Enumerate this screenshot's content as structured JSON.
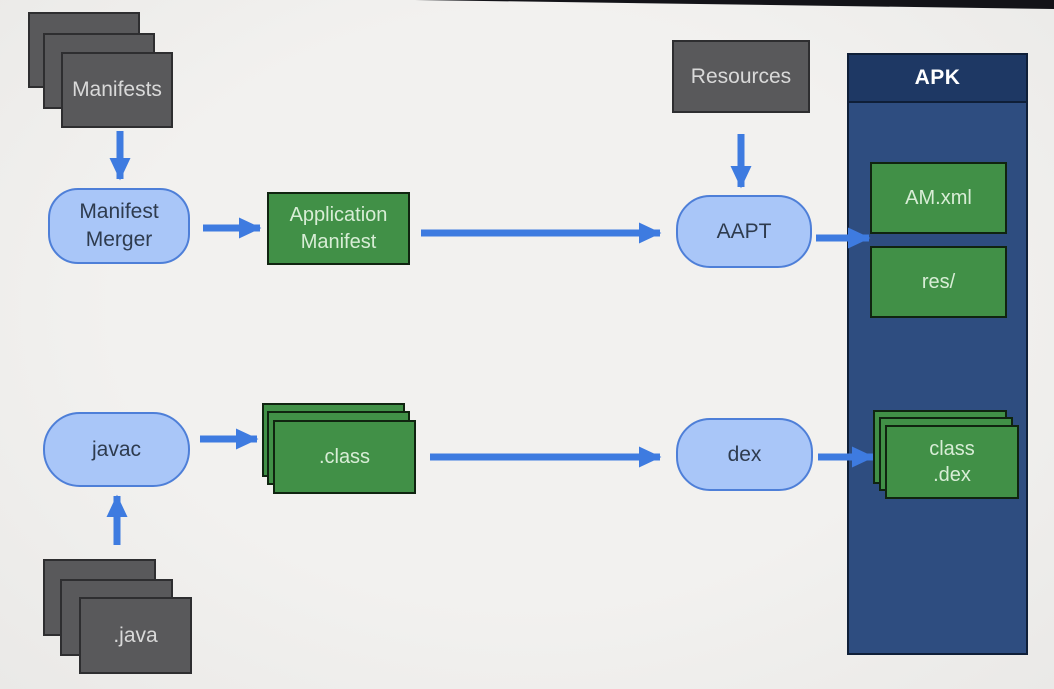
{
  "colors": {
    "arrow": "#3e7be0",
    "pill_fill": "#a9c6f8",
    "pill_border": "#4e7fd8",
    "pill_text": "#2e3b4e",
    "gray_fill": "#59595b",
    "gray_border": "#2e2e30",
    "gray_text": "#d9d9d9",
    "green_fill": "#419047",
    "green_border": "#102410",
    "green_text": "#d8edd6",
    "apk_header": "#1e3864",
    "apk_body": "#2e4d80",
    "apk_border": "#0f1f38",
    "apk_title_text": "#ffffff",
    "top_bar": "#131318",
    "background": "#f2f1ef"
  },
  "nodes": {
    "manifests": {
      "label": "Manifests",
      "type": "stacked-gray"
    },
    "manifest_merger": {
      "label": "Manifest\nMerger",
      "type": "pill"
    },
    "application_manifest": {
      "label": "Application\nManifest",
      "type": "green"
    },
    "resources": {
      "label": "Resources",
      "type": "gray"
    },
    "aapt": {
      "label": "AAPT",
      "type": "pill"
    },
    "apk": {
      "label": "APK",
      "type": "container"
    },
    "am_xml": {
      "label": "AM.xml",
      "type": "green"
    },
    "res_dir": {
      "label": "res/",
      "type": "green"
    },
    "javac": {
      "label": "javac",
      "type": "pill"
    },
    "class_files": {
      "label": ".class",
      "type": "stacked-green"
    },
    "dex": {
      "label": "dex",
      "type": "pill"
    },
    "class_dex": {
      "label": "class\n.dex",
      "type": "stacked-green"
    },
    "java_files": {
      "label": ".java",
      "type": "stacked-gray"
    }
  },
  "edges": [
    {
      "from": "manifests",
      "to": "manifest_merger"
    },
    {
      "from": "manifest_merger",
      "to": "application_manifest"
    },
    {
      "from": "application_manifest",
      "to": "aapt"
    },
    {
      "from": "resources",
      "to": "aapt"
    },
    {
      "from": "aapt",
      "to": "apk"
    },
    {
      "from": "java_files",
      "to": "javac"
    },
    {
      "from": "javac",
      "to": "class_files"
    },
    {
      "from": "class_files",
      "to": "dex"
    },
    {
      "from": "dex",
      "to": "class_dex"
    }
  ]
}
